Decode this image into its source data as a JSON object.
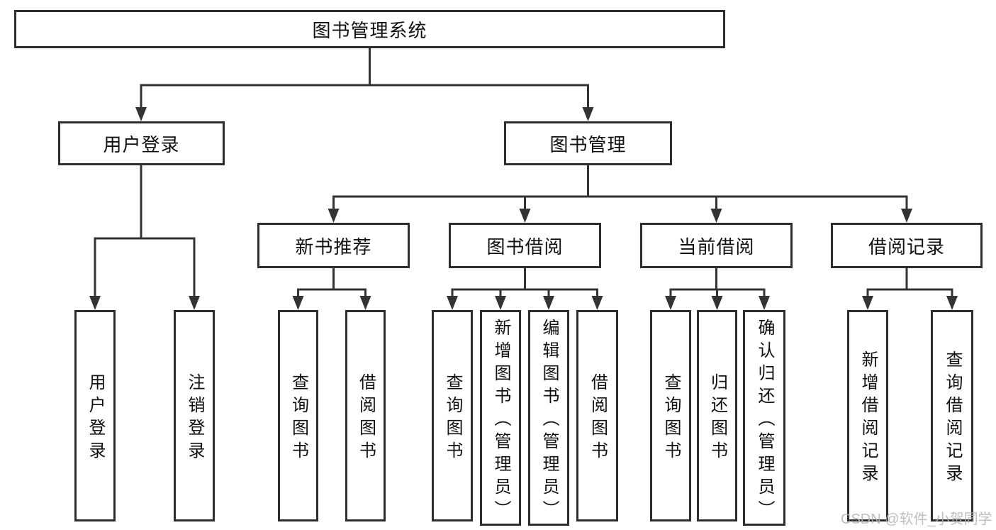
{
  "tree": {
    "root": {
      "label": "图书管理系统"
    },
    "login": {
      "label": "用户登录",
      "children": [
        {
          "label": "用户登录"
        },
        {
          "label": "注销登录"
        }
      ]
    },
    "manage": {
      "label": "图书管理",
      "sections": [
        {
          "label": "新书推荐",
          "children": [
            {
              "label": "查询图书"
            },
            {
              "label": "借阅图书"
            }
          ]
        },
        {
          "label": "图书借阅",
          "children": [
            {
              "label": "查询图书"
            },
            {
              "label": "新增图书（管理员）"
            },
            {
              "label": "编辑图书（管理员）"
            },
            {
              "label": "借阅图书"
            }
          ]
        },
        {
          "label": "当前借阅",
          "children": [
            {
              "label": "查询图书"
            },
            {
              "label": "归还图书"
            },
            {
              "label": "确认归还（管理员）"
            }
          ]
        },
        {
          "label": "借阅记录",
          "children": [
            {
              "label": "新增借阅记录"
            },
            {
              "label": "查询借阅记录"
            }
          ]
        }
      ]
    }
  },
  "watermark": {
    "text": "CSDN @软件_小贺同学"
  },
  "colors": {
    "background": "#ffffff",
    "line": "#333333",
    "border": "#2e2e2e",
    "text": "#111111",
    "watermark": "#b7b2b2"
  }
}
